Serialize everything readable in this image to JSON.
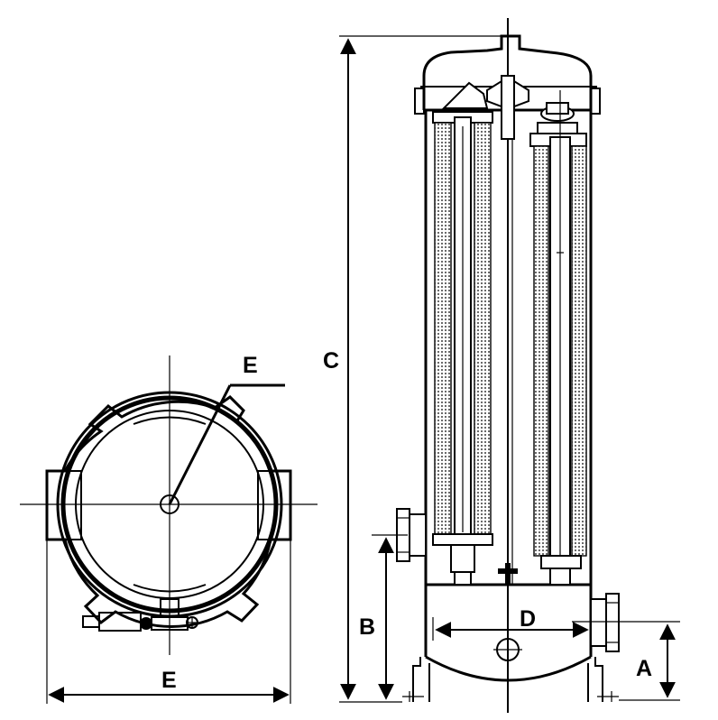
{
  "labels": {
    "top_view_center": "E",
    "top_view_width": "E",
    "overall_height": "C",
    "inlet_height": "B",
    "outlet_offset": "D",
    "outlet_height": "A"
  },
  "colors": {
    "line": "#000000",
    "background": "#ffffff"
  }
}
